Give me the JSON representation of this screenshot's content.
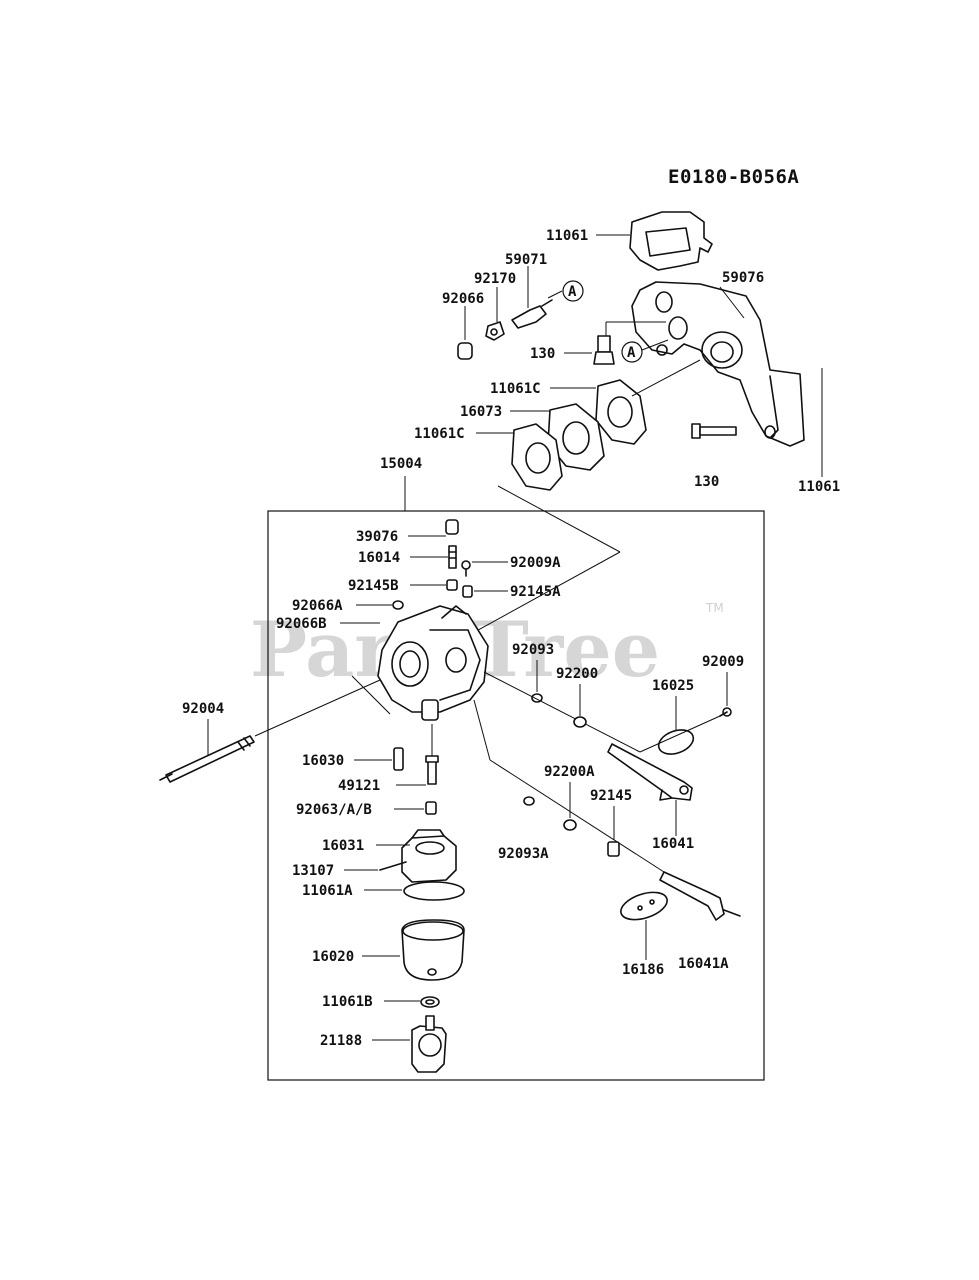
{
  "diagram": {
    "code": "E0180-B056A",
    "watermark": "PartsTree",
    "trademark": "TM",
    "callout": "A",
    "labels": {
      "p11061_top": "11061",
      "p59071": "59071",
      "p92170": "92170",
      "p92066": "92066",
      "p59076": "59076",
      "p130_a": "130",
      "p11061c_a": "11061C",
      "p16073": "16073",
      "p11061c_b": "11061C",
      "p15004": "15004",
      "p130_b": "130",
      "p11061_right": "11061",
      "p39076": "39076",
      "p16014": "16014",
      "p92009a": "92009A",
      "p92145b": "92145B",
      "p92145a": "92145A",
      "p92066a": "92066A",
      "p92066b": "92066B",
      "p92093": "92093",
      "p92200": "92200",
      "p92009": "92009",
      "p16025": "16025",
      "p92004": "92004",
      "p16030": "16030",
      "p49121": "49121",
      "p92063": "92063/A/B",
      "p92200a": "92200A",
      "p92145": "92145",
      "p16041": "16041",
      "p16031": "16031",
      "p13107": "13107",
      "p92093a": "92093A",
      "p11061a": "11061A",
      "p16020": "16020",
      "p16186": "16186",
      "p16041a": "16041A",
      "p11061b": "11061B",
      "p21188": "21188"
    }
  }
}
